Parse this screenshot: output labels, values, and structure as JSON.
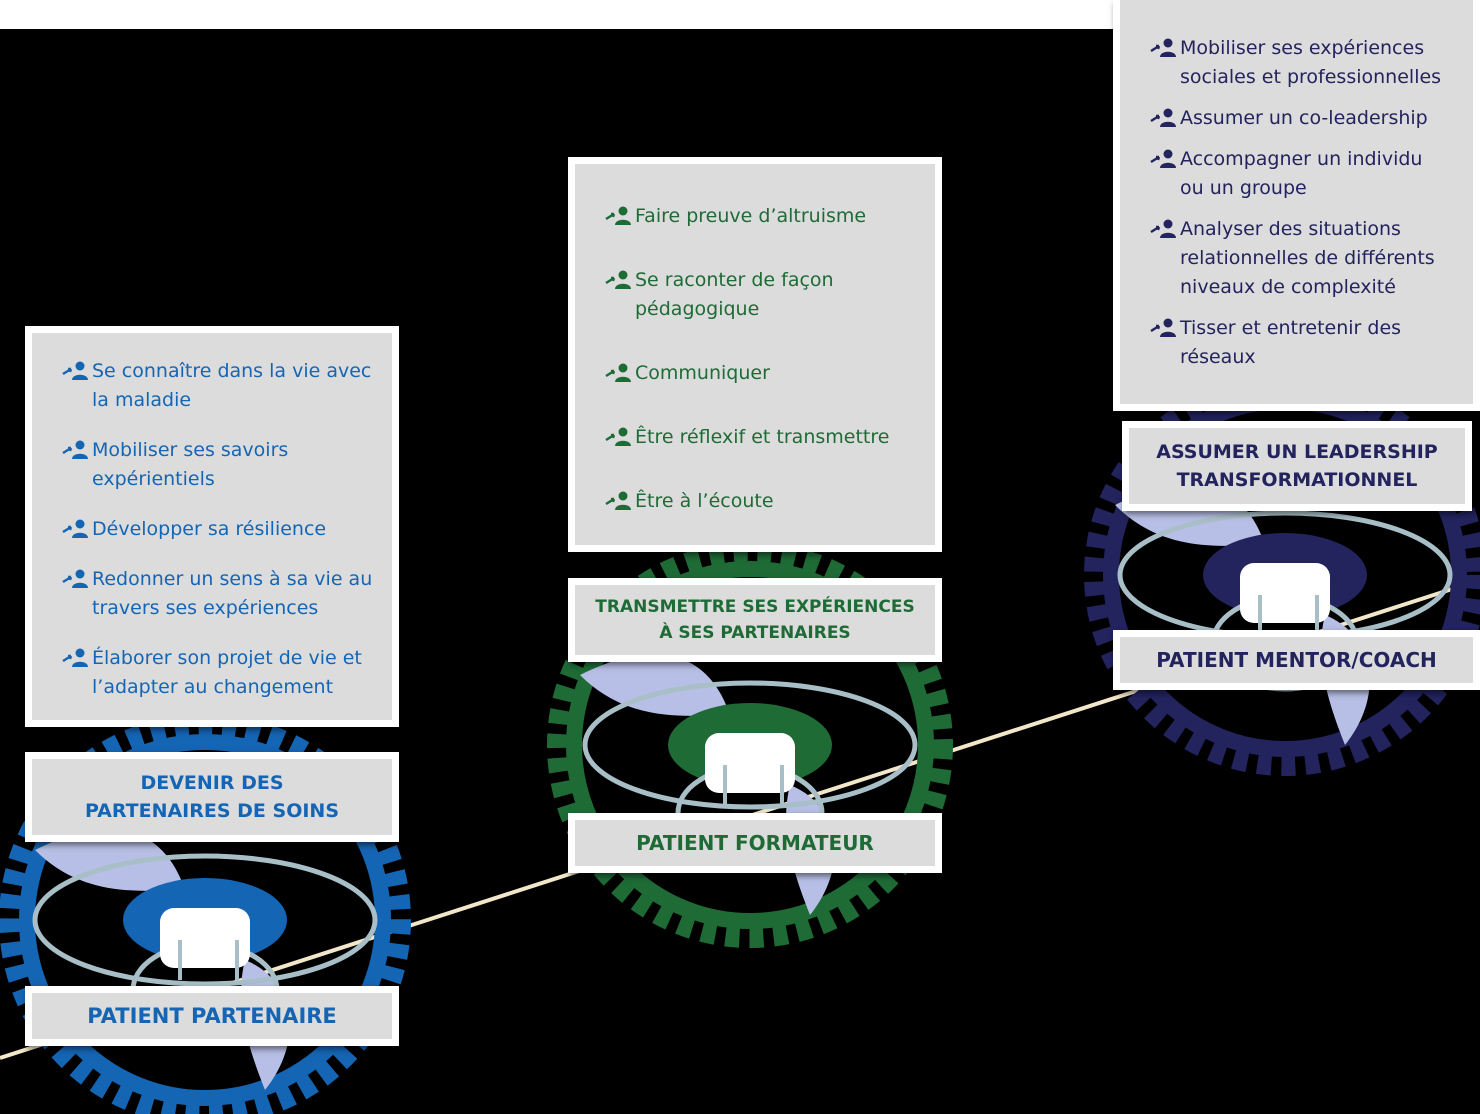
{
  "colors": {
    "blue": "#1565b5",
    "green": "#1e6b36",
    "navy": "#23235e",
    "box_bg": "#dcdcdc"
  },
  "stages": [
    {
      "competency_items": [
        "Se connaître dans la vie avec la maladie",
        "Mobiliser ses savoirs expérientiels",
        "Développer sa résilience",
        "Redonner un sens à sa vie au travers ses expériences",
        "Élaborer son projet de vie et l’adapter au changement"
      ],
      "goal": "DEVENIR DES PARTENAIRES DE SOINS",
      "role": "PATIENT PARTENAIRE"
    },
    {
      "competency_items": [
        "Faire preuve d’altruisme",
        "Se raconter de façon pédagogique",
        "Communiquer",
        "Être réflexif et transmettre",
        "Être à l’écoute"
      ],
      "goal": "TRANSMETTRE SES EXPÉRIENCES À SES PARTENAIRES",
      "role": "PATIENT FORMATEUR"
    },
    {
      "competency_items": [
        "Mobiliser ses expériences sociales et professionnelles",
        "Assumer un co-leadership",
        "Accompagner un individu ou un groupe",
        "Analyser des situations relationnelles de différents niveaux de complexité",
        "Tisser et entretenir des réseaux"
      ],
      "goal": "ASSUMER UN LEADERSHIP TRANSFORMATIONNEL",
      "role": "PATIENT MENTOR/COACH"
    }
  ],
  "icons": {
    "bullet": "person-arrow-icon",
    "gear": "gear-icon"
  }
}
